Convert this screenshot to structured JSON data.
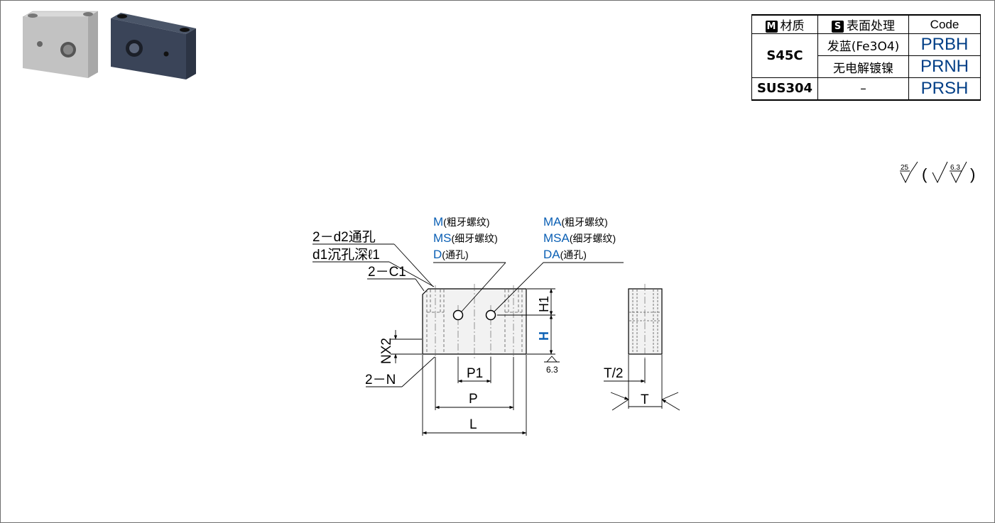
{
  "spec_table": {
    "headers": [
      {
        "badge": "M",
        "label": "材质"
      },
      {
        "badge": "S",
        "label": "表面处理"
      },
      {
        "label": "Code"
      }
    ],
    "rows": [
      {
        "material": "S45C",
        "surface": "发蓝(Fe3O4)",
        "code": "PRBH"
      },
      {
        "material": "",
        "surface": "无电解镀镍",
        "code": "PRNH"
      },
      {
        "material": "SUS304",
        "surface": "–",
        "code": "PRSH"
      }
    ]
  },
  "roughness": {
    "main": "25",
    "alt": "6.3"
  },
  "drawing": {
    "callouts": {
      "through_hole": "2－d2通孔",
      "counterbore": "d1沉孔深ℓ1",
      "chamfer": "2－C1",
      "n_holes": "2－N",
      "nx2": "NX2"
    },
    "left_thread": [
      {
        "code": "M",
        "desc": "(粗牙螺纹)"
      },
      {
        "code": "MS",
        "desc": "(细牙螺纹)"
      },
      {
        "code": "D",
        "desc": "(通孔)"
      }
    ],
    "right_thread": [
      {
        "code": "MA",
        "desc": "(粗牙螺纹)"
      },
      {
        "code": "MSA",
        "desc": "(细牙螺纹)"
      },
      {
        "code": "DA",
        "desc": "(通孔)"
      }
    ],
    "dims": {
      "H1": "H1",
      "H": "H",
      "P1": "P1",
      "P": "P",
      "L": "L",
      "T_half": "T/2",
      "T": "T",
      "surface_mark": "6.3"
    }
  },
  "colors": {
    "code_blue": "#003e86",
    "label_blue": "#0a5fb4"
  }
}
